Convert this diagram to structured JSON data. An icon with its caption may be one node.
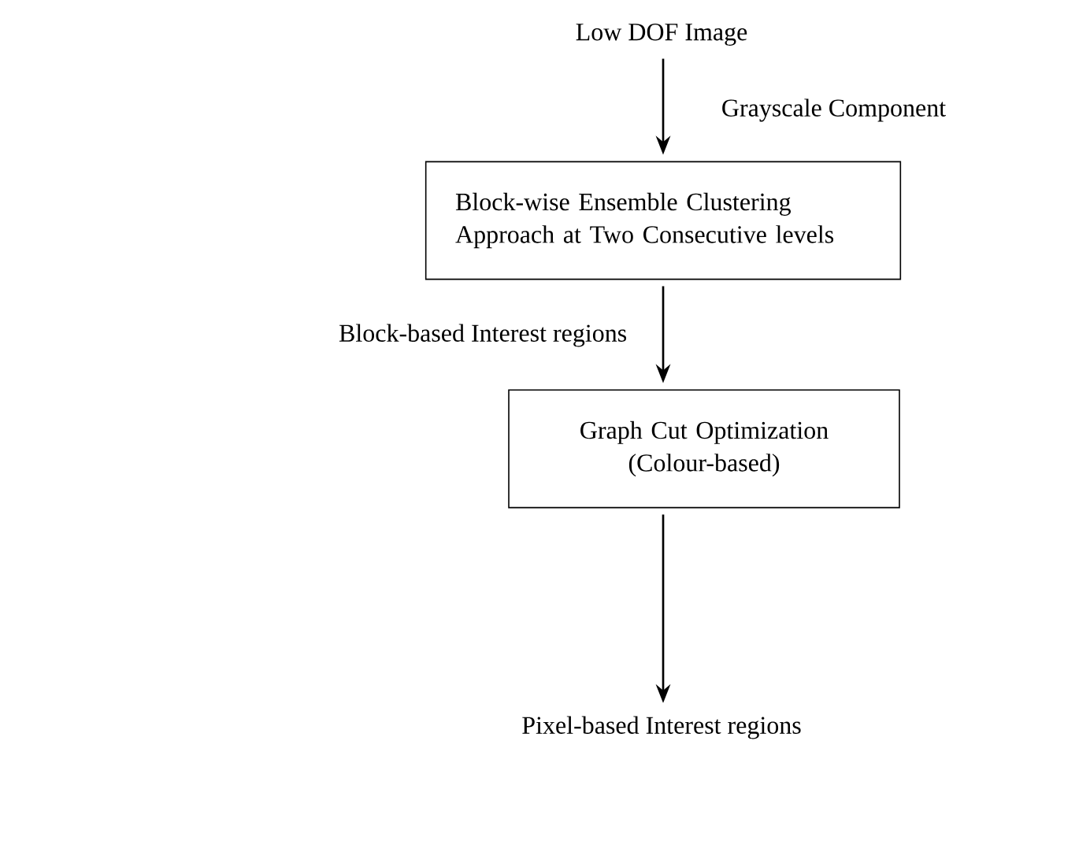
{
  "diagram": {
    "nodes": [
      {
        "text": [
          "Low DOF Image"
        ]
      },
      {
        "text": [
          "Block-wise Ensemble Clustering Approach at Two Consecutive levels"
        ]
      },
      {
        "text": [
          "Graph Cut Optimization (Colour-based)"
        ]
      },
      {
        "text": [
          "Pixel-based Interest regions"
        ]
      }
    ],
    "edges": [
      {
        "from": 0,
        "to": 1,
        "arrow": "to",
        "label": "Grayscale Component"
      },
      {
        "from": 1,
        "to": 2,
        "arrow": "to",
        "label": "Block-based Interest regions"
      },
      {
        "from": 2,
        "to": 3,
        "arrow": "to"
      }
    ]
  }
}
